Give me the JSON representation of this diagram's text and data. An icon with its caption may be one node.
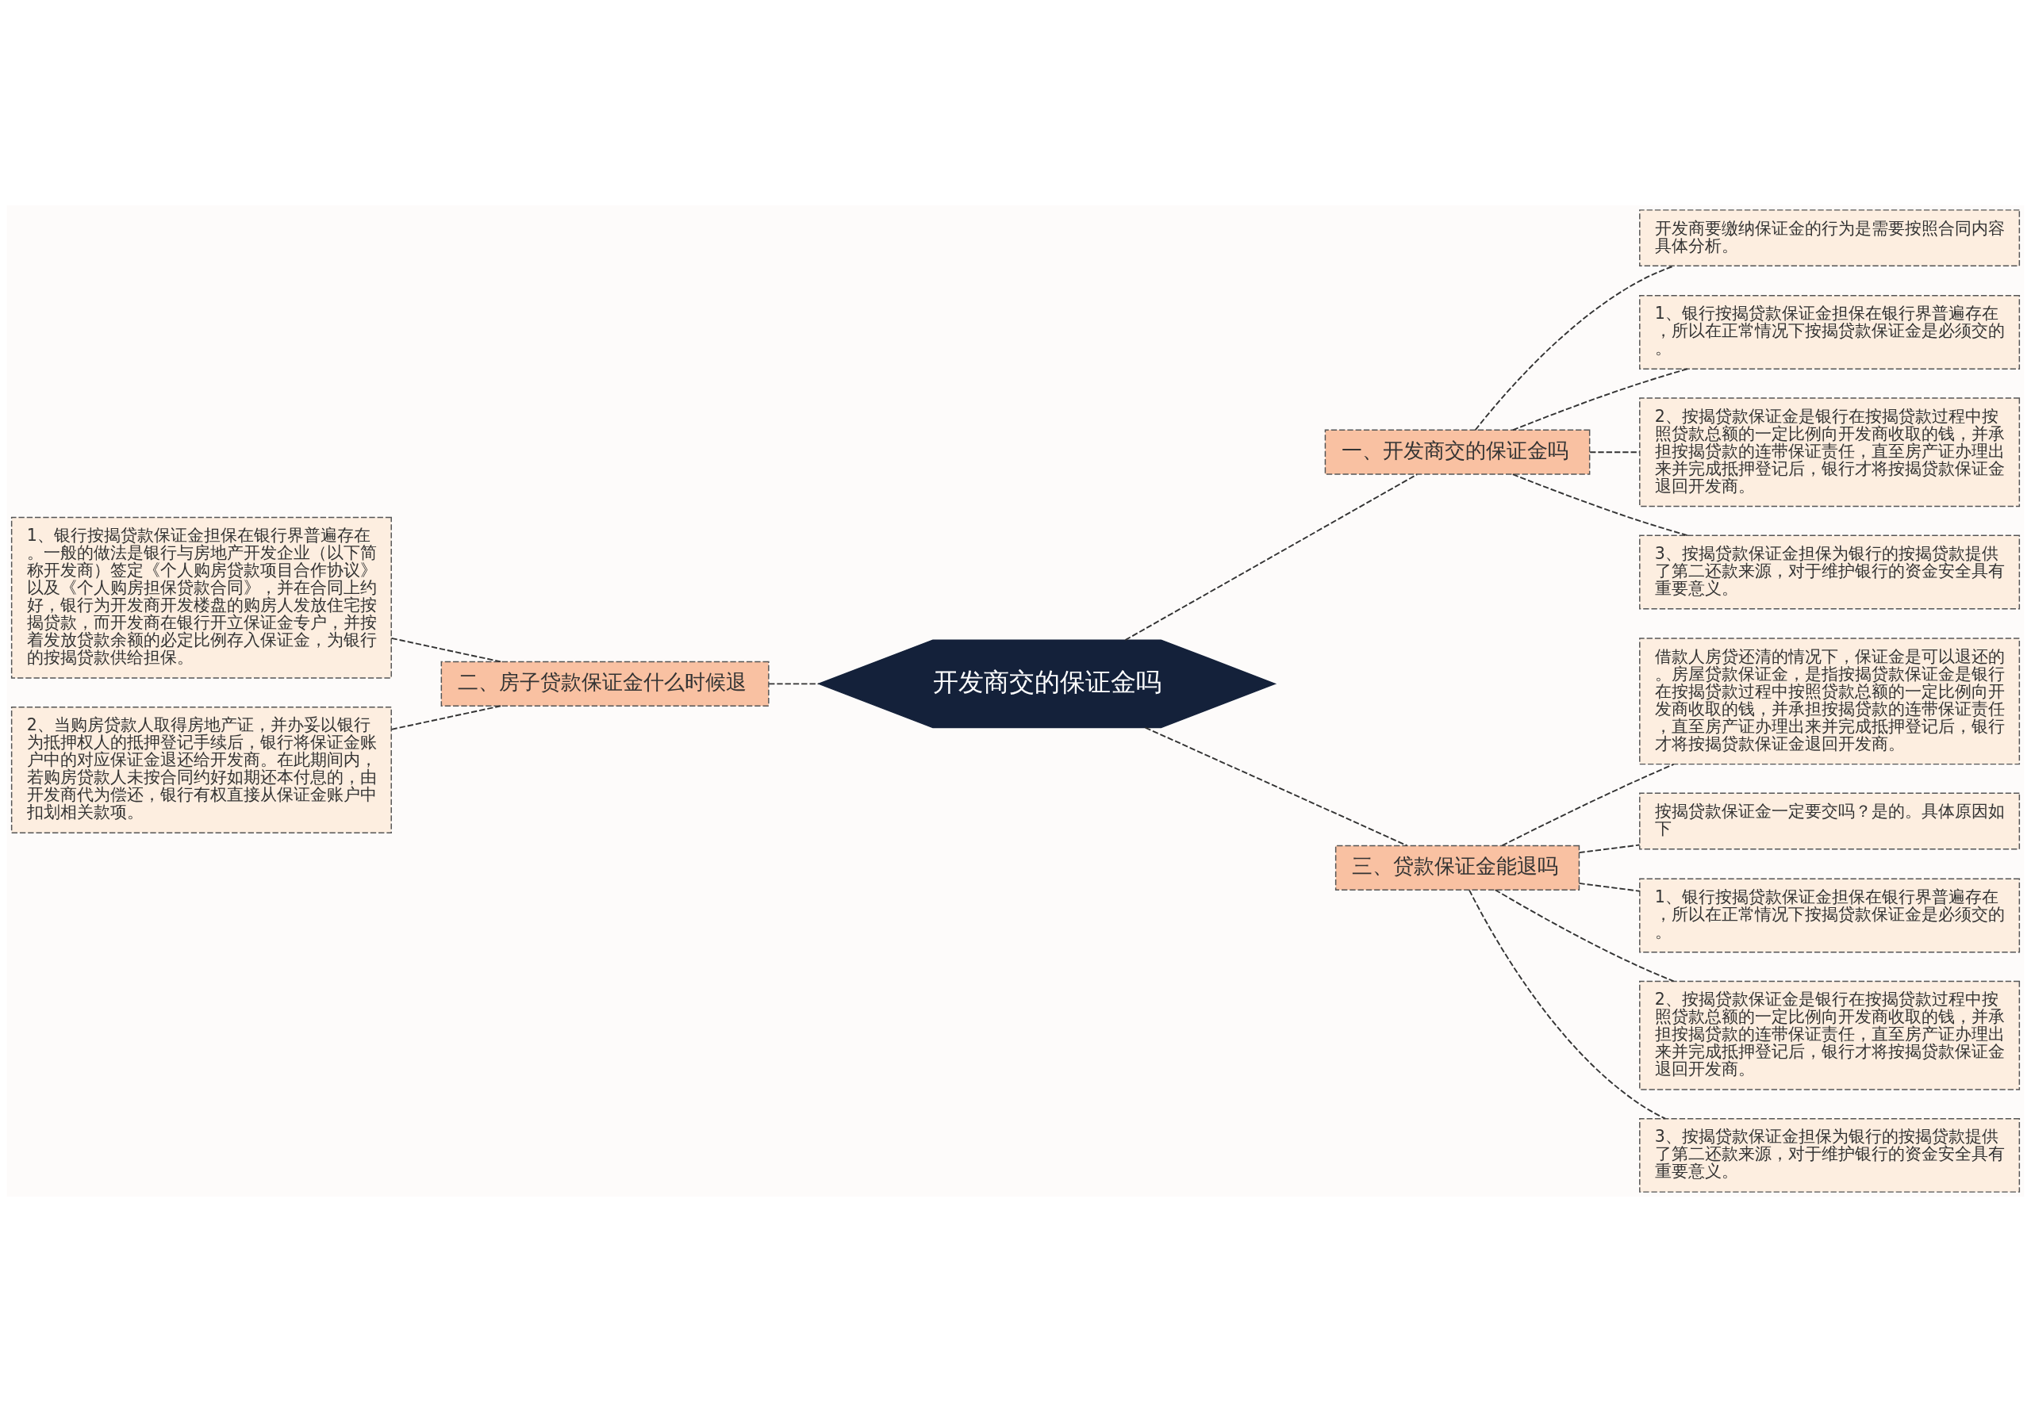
{
  "diagram": {
    "nodes": [
      {
        "text": [
          "开发商交的保证金吗"
        ]
      },
      {
        "text": [
          "一、开发商交的保证金吗"
        ]
      },
      {
        "text": [
          "开发商要缴纳保证金的行为是需要按照合同内容具体分析。"
        ]
      },
      {
        "text": [
          "1、银行按揭贷款保证金担保在银行界普遍存在，所以在正常情况下按揭贷款保证金是必须交的。"
        ]
      },
      {
        "text": [
          "2、按揭贷款保证金是银行在按揭贷款过程中按照贷款总额的一定比例向开发商收取的钱，并承担按揭贷款的连带保证责任，直至房产证办理出来并完成抵押登记后，银行才将按揭贷款保证金退回开发商。"
        ]
      },
      {
        "text": [
          "3、按揭贷款保证金担保为银行的按揭贷款提供了第二还款来源，对于维护银行的资金安全具有重要意义。"
        ]
      },
      {
        "text": [
          "二、房子贷款保证金什么时候退"
        ]
      },
      {
        "text": [
          "1、银行按揭贷款保证金担保在银行界普遍存在。一般的做法是银行与房地产开发企业（以下简称开发商）签定《个人购房贷款项目合作协议》以及《个人购房担保贷款合同》，并在合同上约好，银行为开发商开发楼盘的购房人发放住宅按揭贷款，而开发商在银行开立保证金专户，并按着发放贷款余额的必定比例存入保证金，为银行的按揭贷款供给担保。"
        ]
      },
      {
        "text": [
          "2、当购房贷款人取得房地产证，并办妥以银行为抵押权人的抵押登记手续后，银行将保证金账户中的对应保证金退还给开发商。在此期间内，若购房贷款人未按合同约好如期还本付息的，由开发商代为偿还，银行有权直接从保证金账户中扣划相关款项。"
        ]
      },
      {
        "text": [
          "三、贷款保证金能退吗"
        ]
      },
      {
        "text": [
          "借款人房贷还清的情况下，保证金是可以退还的。房屋贷款保证金，是指按揭贷款保证金是银行在按揭贷款过程中按照贷款总额的一定比例向开发商收取的钱，并承担按揭贷款的连带保证责任，直至房产证办理出来并完成抵押登记后，银行才将按揭贷款保证金退回开发商。"
        ]
      },
      {
        "text": [
          "按揭贷款保证金一定要交吗？是的。具体原因如下"
        ]
      },
      {
        "text": [
          "1、银行按揭贷款保证金担保在银行界普遍存在，所以在正常情况下按揭贷款保证金是必须交的。"
        ]
      },
      {
        "text": [
          "2、按揭贷款保证金是银行在按揭贷款过程中按照贷款总额的一定比例向开发商收取的钱，并承担按揭贷款的连带保证责任，直至房产证办理出来并完成抵押登记后，银行才将按揭贷款保证金退回开发商。"
        ]
      },
      {
        "text": [
          "3、按揭贷款保证金担保为银行的按揭贷款提供了第二还款来源，对于维护银行的资金安全具有重要意义。"
        ]
      }
    ],
    "edges": [
      {
        "from": 0,
        "to": 1,
        "arrow": "none",
        "style": "dashed"
      },
      {
        "from": 1,
        "to": 2,
        "arrow": "none",
        "style": "dashed"
      },
      {
        "from": 1,
        "to": 3,
        "arrow": "none",
        "style": "dashed"
      },
      {
        "from": 1,
        "to": 4,
        "arrow": "none",
        "style": "dashed"
      },
      {
        "from": 1,
        "to": 5,
        "arrow": "none",
        "style": "dashed"
      },
      {
        "from": 6,
        "to": 0,
        "arrow": "none",
        "style": "dashed"
      },
      {
        "from": 7,
        "to": 6,
        "arrow": "none",
        "style": "dashed"
      },
      {
        "from": 8,
        "to": 6,
        "arrow": "none",
        "style": "dashed"
      },
      {
        "from": 0,
        "to": 9,
        "arrow": "none",
        "style": "dashed"
      },
      {
        "from": 9,
        "to": 10,
        "arrow": "none",
        "style": "dashed"
      },
      {
        "from": 9,
        "to": 11,
        "arrow": "none",
        "style": "dashed"
      },
      {
        "from": 9,
        "to": 12,
        "arrow": "none",
        "style": "dashed"
      },
      {
        "from": 9,
        "to": 13,
        "arrow": "none",
        "style": "dashed"
      },
      {
        "from": 9,
        "to": 14,
        "arrow": "none",
        "style": "dashed"
      }
    ]
  }
}
